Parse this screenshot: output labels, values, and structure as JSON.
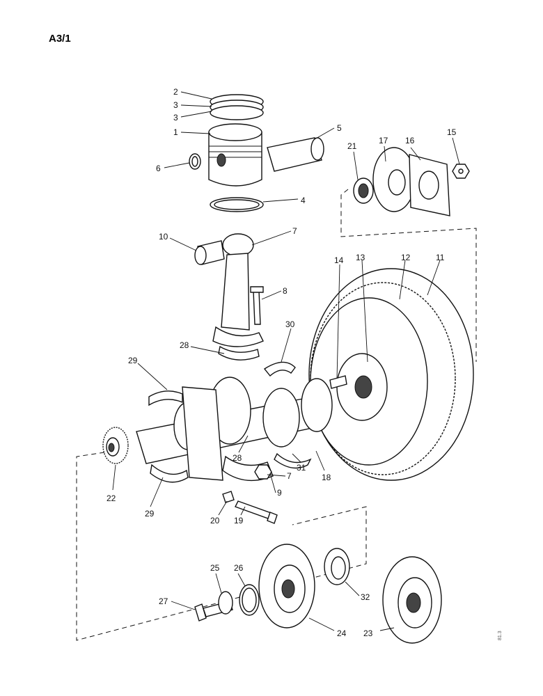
{
  "page_ref": "A3/1",
  "figure_code": "81.3",
  "callouts": [
    {
      "label": "2"
    },
    {
      "label": "3"
    },
    {
      "label": "3"
    },
    {
      "label": "1"
    },
    {
      "label": "5"
    },
    {
      "label": "6"
    },
    {
      "label": "4"
    },
    {
      "label": "21"
    },
    {
      "label": "17"
    },
    {
      "label": "16"
    },
    {
      "label": "15"
    },
    {
      "label": "10"
    },
    {
      "label": "7"
    },
    {
      "label": "14"
    },
    {
      "label": "13"
    },
    {
      "label": "12"
    },
    {
      "label": "11"
    },
    {
      "label": "8"
    },
    {
      "label": "30"
    },
    {
      "label": "28"
    },
    {
      "label": "29"
    },
    {
      "label": "28"
    },
    {
      "label": "7"
    },
    {
      "label": "31"
    },
    {
      "label": "18"
    },
    {
      "label": "22"
    },
    {
      "label": "29"
    },
    {
      "label": "9"
    },
    {
      "label": "20"
    },
    {
      "label": "19"
    },
    {
      "label": "25"
    },
    {
      "label": "26"
    },
    {
      "label": "32"
    },
    {
      "label": "27"
    },
    {
      "label": "24"
    },
    {
      "label": "23"
    }
  ]
}
